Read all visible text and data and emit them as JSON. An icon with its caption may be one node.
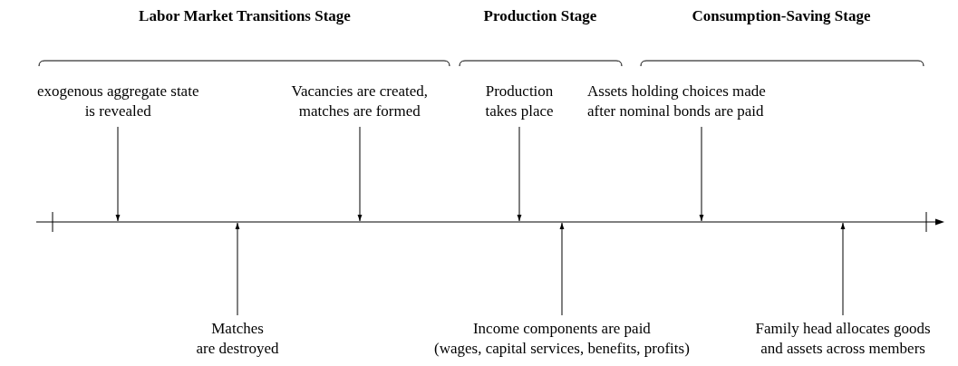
{
  "diagram": {
    "nodes": [
      {
        "text": [
          "exogenous aggregate state is revealed"
        ]
      },
      {
        "text": [
          "Matches are destroyed"
        ]
      },
      {
        "text": [
          "Vacancies are created, matches are formed"
        ]
      },
      {
        "text": [
          "Production takes place"
        ]
      },
      {
        "text": [
          "Income components are paid (wages, capital services, benefits, profits)"
        ]
      },
      {
        "text": [
          "Assets holding choices made after nominal bonds are paid"
        ]
      },
      {
        "text": [
          "Family head allocates goods and assets across members"
        ]
      }
    ],
    "edges": [
      {
        "from": 0,
        "to": null,
        "arrow": "to"
      },
      {
        "from": 1,
        "to": null,
        "arrow": "to"
      },
      {
        "from": 2,
        "to": null,
        "arrow": "to"
      },
      {
        "from": 3,
        "to": null,
        "arrow": "to"
      },
      {
        "from": 4,
        "to": null,
        "arrow": "to"
      },
      {
        "from": 5,
        "to": null,
        "arrow": "to"
      },
      {
        "from": 6,
        "to": null,
        "arrow": "to"
      }
    ],
    "labels": [
      "Labor Market Transitions Stage",
      "Production Stage",
      "Consumption-Saving Stage"
    ]
  }
}
